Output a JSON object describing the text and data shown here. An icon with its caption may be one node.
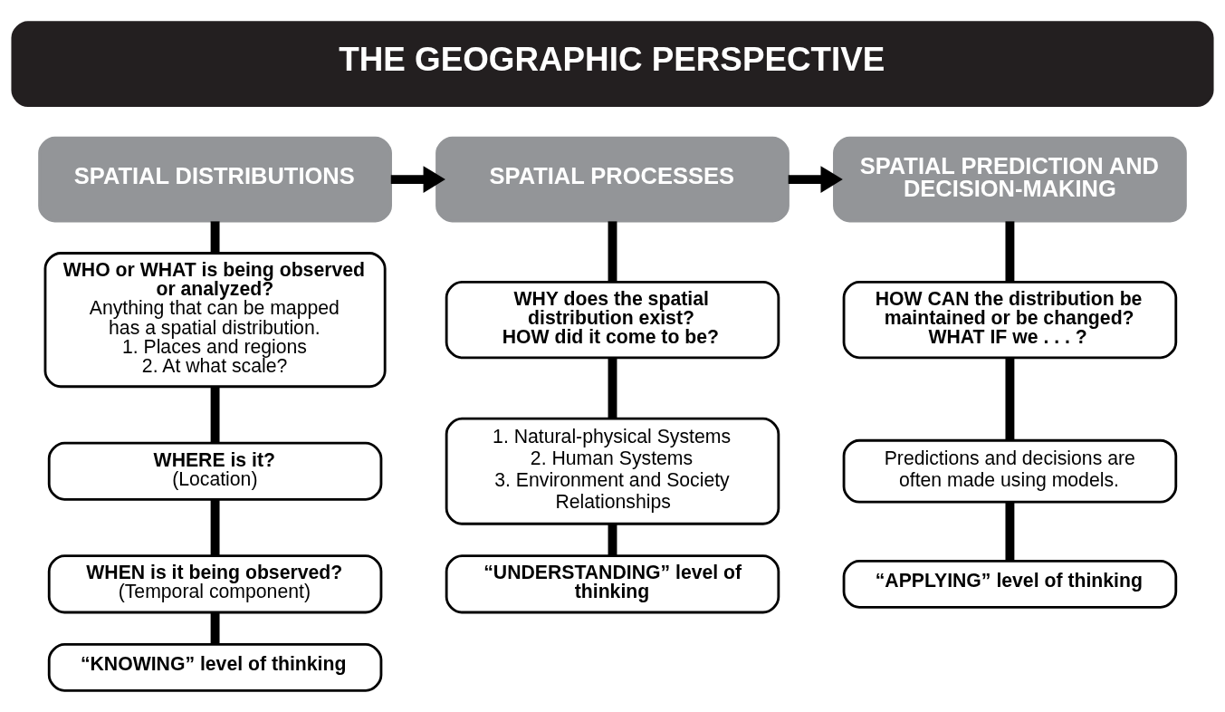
{
  "diagram": {
    "nodes": [
      {
        "text": [
          "THE GEOGRAPHIC PERSPECTIVE"
        ]
      },
      {
        "text": [
          "SPATIAL DISTRIBUTIONS"
        ]
      },
      {
        "text": [
          "SPATIAL PROCESSES"
        ]
      },
      {
        "text": [
          "SPATIAL PREDICTION AND DECISION-MAKING"
        ]
      },
      {
        "text": [
          "WHO or WHAT is being observed or analyzed?",
          "Anything that can be mapped has a spatial distribution.",
          "1. Places and regions",
          "2. At what scale?"
        ]
      },
      {
        "text": [
          "WHERE is it?",
          "(Location)"
        ]
      },
      {
        "text": [
          "WHEN is it being observed?",
          "(Temporal component)"
        ]
      },
      {
        "text": [
          "“KNOWING” level of thinking"
        ]
      },
      {
        "text": [
          "WHY does the spatial distribution exist?",
          "HOW did it come to be?"
        ]
      },
      {
        "text": [
          "1. Natural-physical Systems",
          "2. Human Systems",
          "3. Environment and Society Relationships"
        ]
      },
      {
        "text": [
          "“UNDERSTANDING” level of thinking"
        ]
      },
      {
        "text": [
          "HOW CAN the distribution be maintained or be changed?",
          "WHAT IF we . . . ?"
        ]
      },
      {
        "text": [
          "Predictions and decisions are often made using models."
        ]
      },
      {
        "text": [
          "“APPLYING” level of thinking"
        ]
      }
    ],
    "edges": [
      {
        "from": 1,
        "to": 2,
        "arrow": "to"
      },
      {
        "from": 2,
        "to": 3,
        "arrow": "to"
      },
      {
        "from": 1,
        "to": 4,
        "arrow": "none"
      },
      {
        "from": 4,
        "to": 5,
        "arrow": "none"
      },
      {
        "from": 5,
        "to": 6,
        "arrow": "none"
      },
      {
        "from": 6,
        "to": 7,
        "arrow": "none"
      },
      {
        "from": 2,
        "to": 8,
        "arrow": "none"
      },
      {
        "from": 8,
        "to": 9,
        "arrow": "none"
      },
      {
        "from": 9,
        "to": 10,
        "arrow": "none"
      },
      {
        "from": 3,
        "to": 11,
        "arrow": "none"
      },
      {
        "from": 11,
        "to": 12,
        "arrow": "none"
      },
      {
        "from": 12,
        "to": 13,
        "arrow": "none"
      }
    ]
  }
}
